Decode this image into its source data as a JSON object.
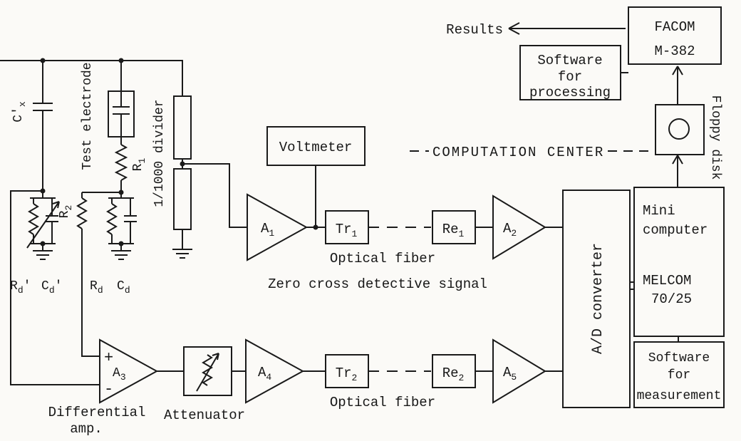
{
  "colors": {
    "ink": "#1a1a1a",
    "paper": "#fbfaf7"
  },
  "header": {
    "results": "Results",
    "computation_center": "COMPUTATION CENTER"
  },
  "boxes": {
    "facom": [
      "FACOM",
      "M-382"
    ],
    "software_processing": [
      "Software",
      "for",
      "processing"
    ],
    "software_measurement": [
      "Software",
      "for",
      "measurement"
    ],
    "mini_computer": [
      "Mini",
      "computer"
    ],
    "melcom": [
      "MELCOM",
      "70/25"
    ],
    "voltmeter": "Voltmeter",
    "ad_converter": "A/D converter",
    "floppy_disk": "Floppy disk"
  },
  "labels": {
    "optical_fiber_top": "Optical fiber",
    "optical_fiber_bottom": "Optical fiber",
    "zero_cross": "Zero cross detective signal",
    "differential": [
      "Differential",
      "amp."
    ],
    "attenuator": "Attenuator",
    "test_electrode": "Test electrode",
    "divider": "1/1000 divider",
    "plus": "+",
    "minus": "-"
  },
  "parts": {
    "a1": [
      "A",
      "1"
    ],
    "a2": [
      "A",
      "2"
    ],
    "a3": [
      "A",
      "3"
    ],
    "a4": [
      "A",
      "4"
    ],
    "a5": [
      "A",
      "5"
    ],
    "tr1": [
      "Tr",
      "1"
    ],
    "tr2": [
      "Tr",
      "2"
    ],
    "re1": [
      "Re",
      "1"
    ],
    "re2": [
      "Re",
      "2"
    ],
    "r1": [
      "R",
      "1"
    ],
    "r2": [
      "R",
      "2"
    ],
    "cx": [
      "C'",
      "x"
    ],
    "rdp": [
      "R",
      "d",
      "'"
    ],
    "cdp": [
      "C",
      "d",
      "'"
    ],
    "rd": [
      "R",
      "d"
    ],
    "cd": [
      "C",
      "d"
    ]
  }
}
